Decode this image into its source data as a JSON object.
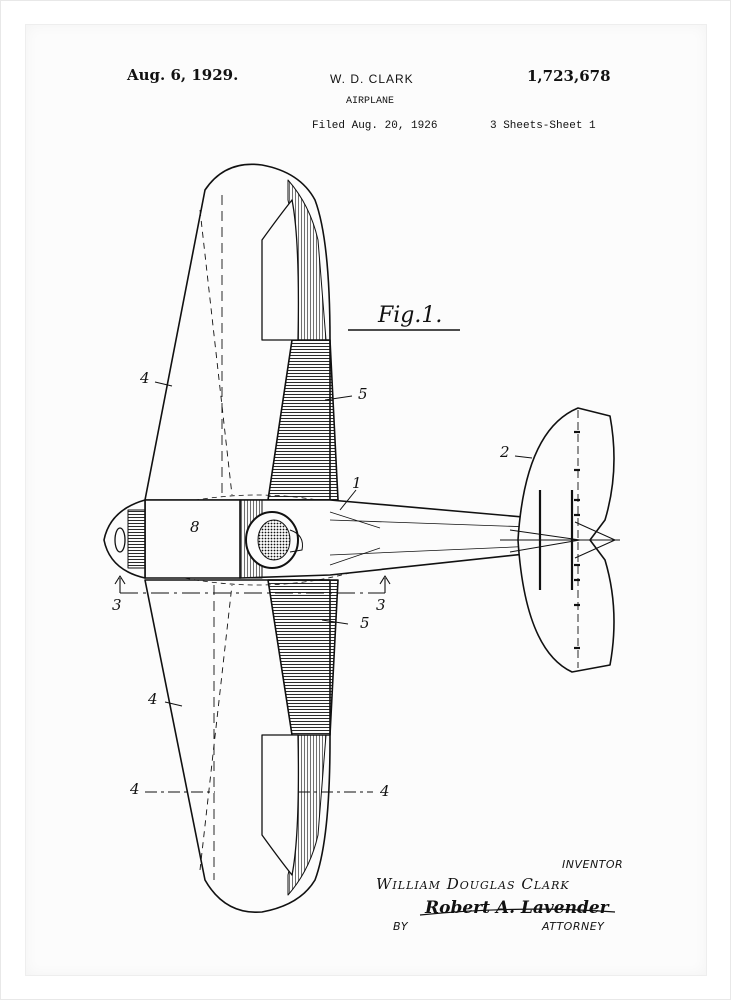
{
  "header": {
    "date": "Aug. 6, 1929.",
    "inventor_short": "W. D. CLARK",
    "patent_number": "1,723,678",
    "subject": "AIRPLANE",
    "filed": "Filed Aug. 20, 1926",
    "sheets": "3 Sheets-Sheet  1"
  },
  "figure": {
    "label": "Fig.1.",
    "part_labels": {
      "fuselage": "1",
      "tail": "2",
      "wing_left_upper": "4",
      "wing_left_lower": "4",
      "wing_bottom_left": "4",
      "wing_bottom_right": "4",
      "surface_upper": "5",
      "surface_lower": "5",
      "engine": "8",
      "section_left": "3",
      "section_right": "3"
    }
  },
  "signature": {
    "inventor_label": "INVENTOR",
    "inventor_name": "William Douglas Clark",
    "by_label": "BY",
    "attorney_signature": "Robert A. Lavender",
    "attorney_label": "ATTORNEY"
  },
  "colors": {
    "ink": "#111111",
    "paper": "#fcfcfc",
    "frame": "#ffffff"
  }
}
